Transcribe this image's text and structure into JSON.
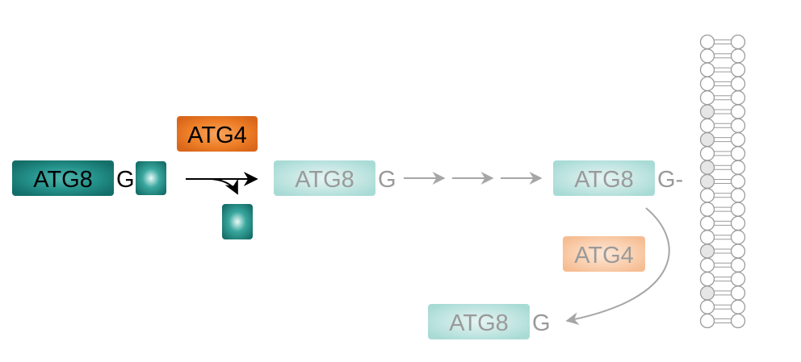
{
  "labels": {
    "atg8_left": "ATG8",
    "g_left": "G",
    "atg4_top": "ATG4",
    "atg8_middle": "ATG8",
    "g_middle": "G",
    "atg8_right": "ATG8",
    "g_right": "G-",
    "atg4_bottom": "ATG4",
    "atg8_bottom": "ATG8",
    "g_bottom": "G"
  },
  "colors": {
    "teal_dark": "#1a8a82",
    "teal_light": "#b9e2de",
    "orange_dark": "#e9761e",
    "orange_light": "#f8c9a5",
    "text_dark": "#000000",
    "text_faded": "#9a9a9a",
    "arrow_faded": "#a6a6a6",
    "membrane": "#9c9c9c"
  }
}
